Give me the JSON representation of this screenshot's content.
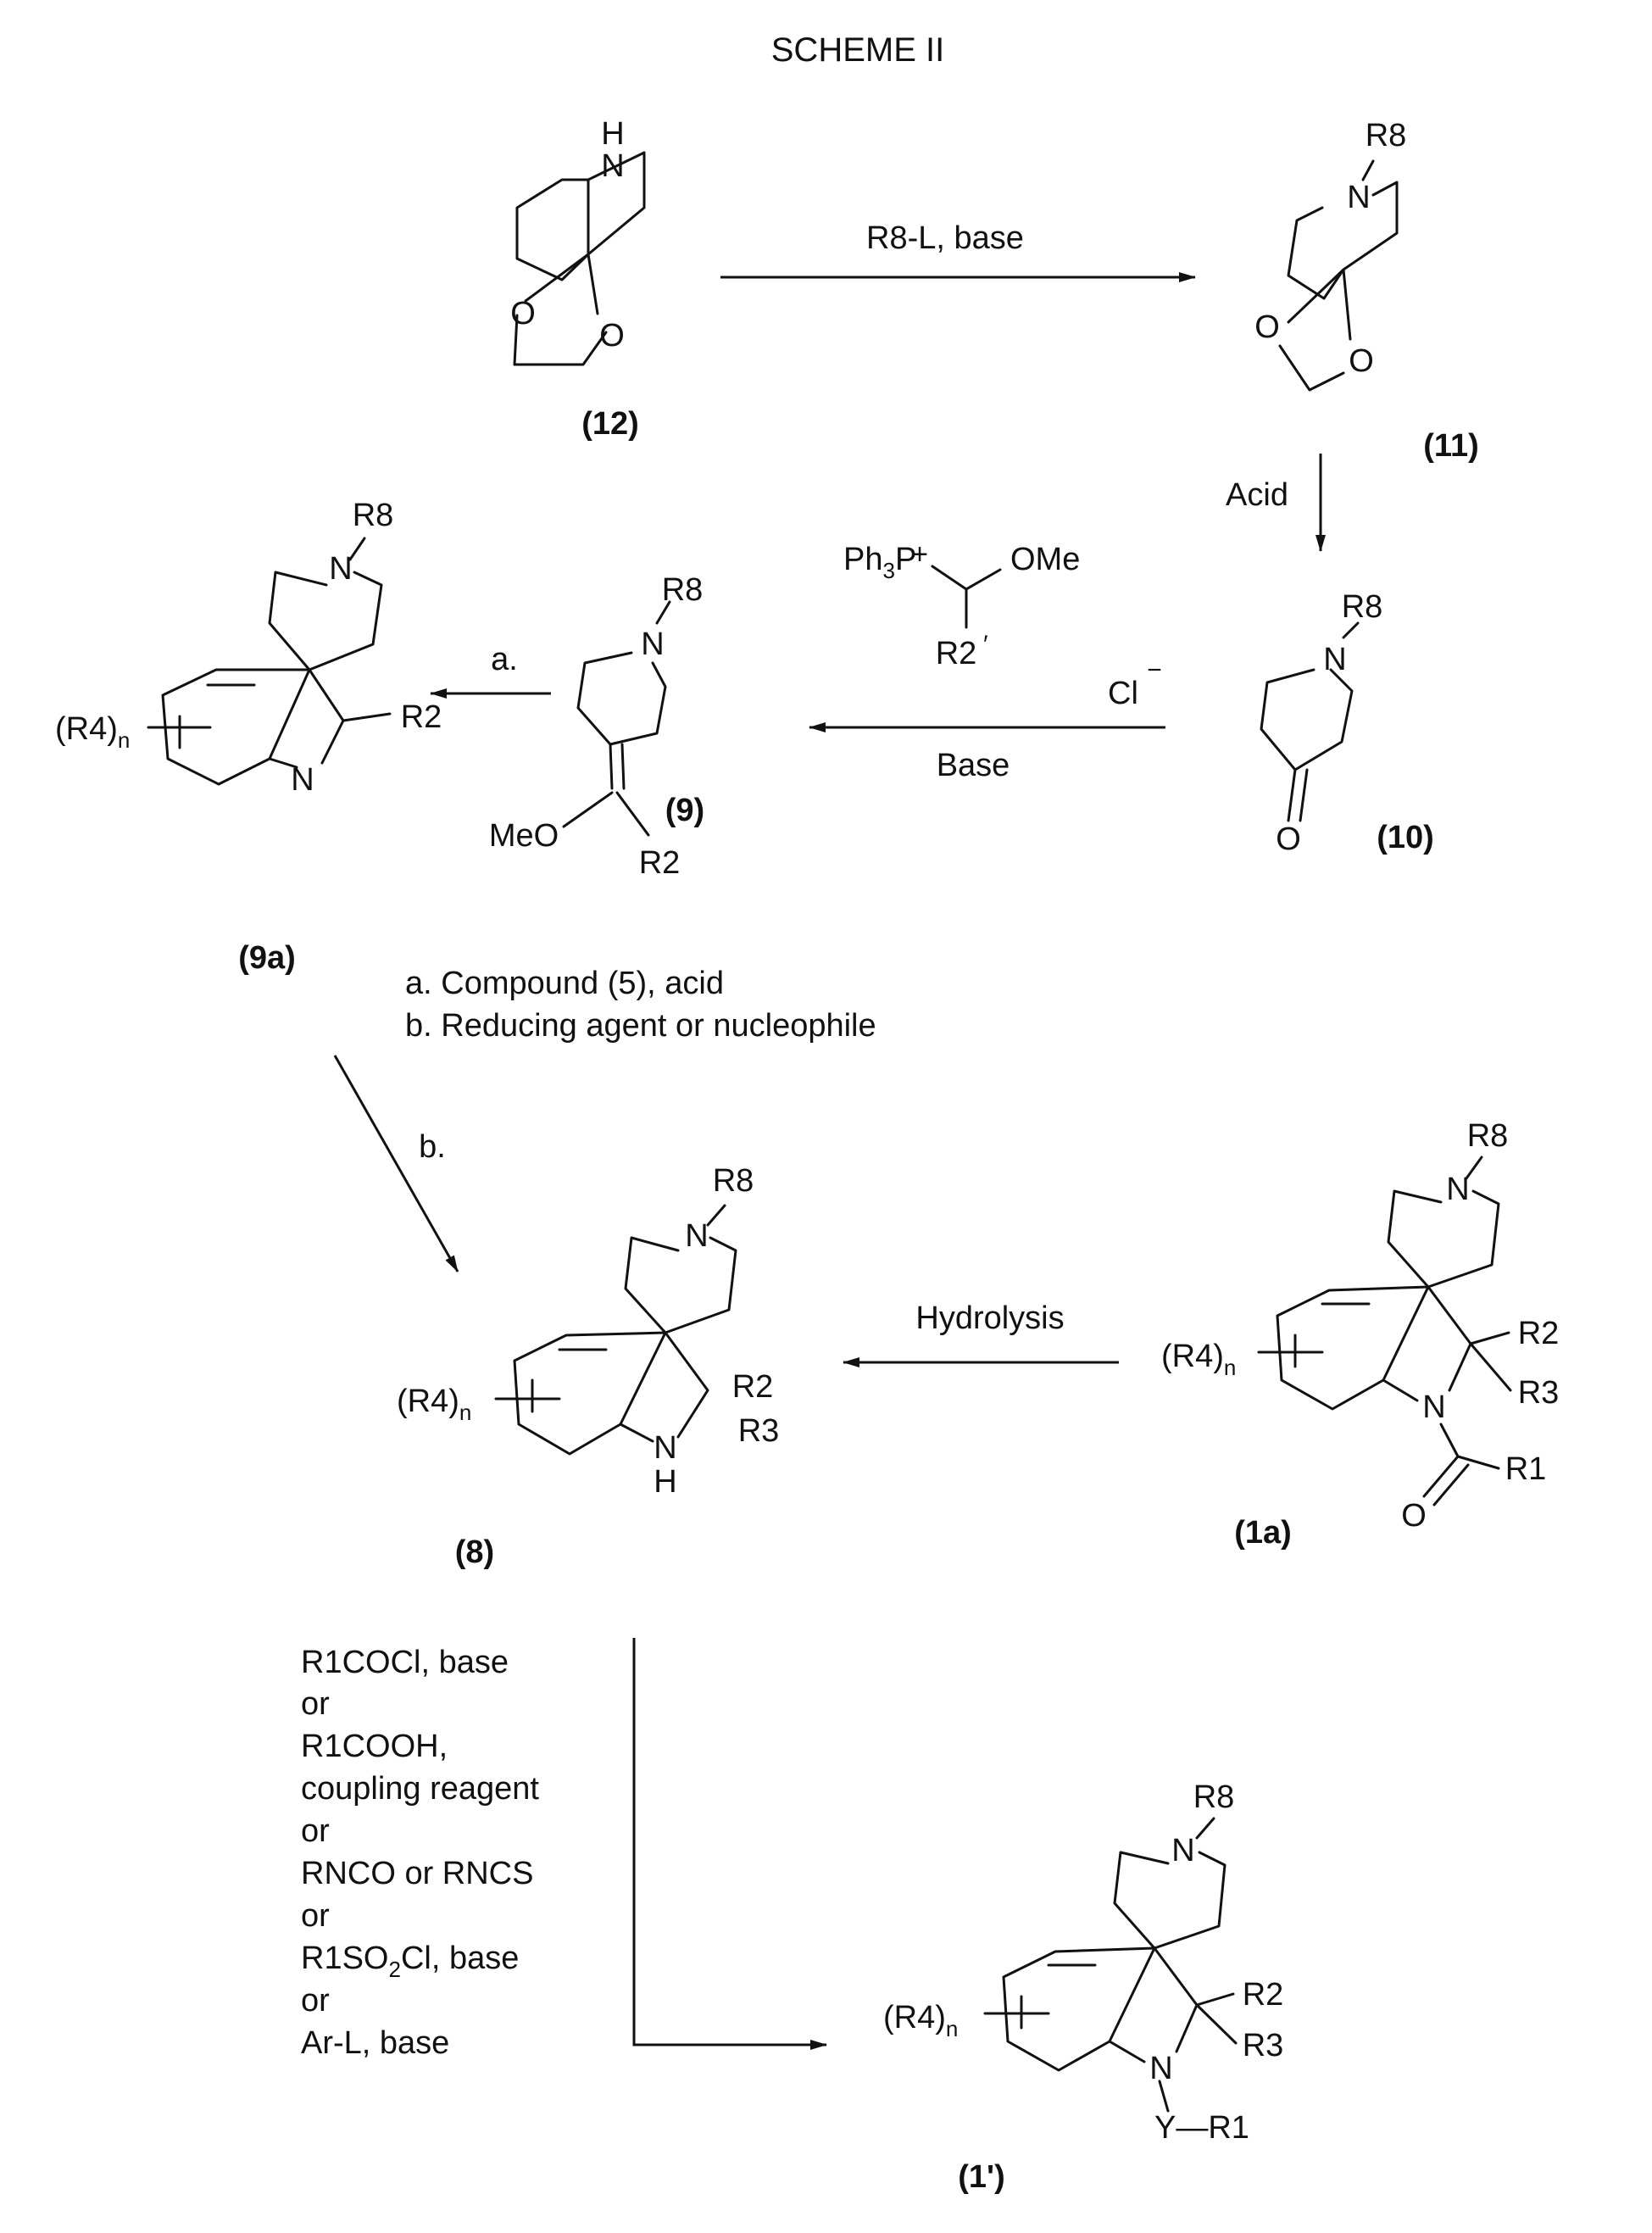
{
  "title": "SCHEME II",
  "compounds": {
    "c12": {
      "label": "(12)",
      "atoms": {
        "h": "H",
        "n": "N",
        "o1": "O",
        "o2": "O"
      }
    },
    "c11": {
      "label": "(11)",
      "atoms": {
        "r8": "R8",
        "n": "N",
        "o1": "O",
        "o2": "O"
      }
    },
    "c10": {
      "label": "(10)",
      "atoms": {
        "r8": "R8",
        "n": "N",
        "o": "O"
      }
    },
    "c9": {
      "label": "(9)",
      "atoms": {
        "r8": "R8",
        "n": "N",
        "meo": "MeO",
        "r2": "R2"
      }
    },
    "c9a": {
      "label": "(9a)",
      "atoms": {
        "r8": "R8",
        "n_pip": "N",
        "n_ind": "N",
        "r2": "R2",
        "r4": "(R4)",
        "sub_n": "n"
      }
    },
    "c8": {
      "label": "(8)",
      "atoms": {
        "r8": "R8",
        "n": "N",
        "nh": "N",
        "h": "H",
        "r2": "R2",
        "r3": "R3",
        "r4": "(R4)",
        "sub_n": "n"
      }
    },
    "c1a": {
      "label": "(1a)",
      "atoms": {
        "r8": "R8",
        "n_pip": "N",
        "n_ind": "N",
        "r2": "R2",
        "r3": "R3",
        "r1": "R1",
        "o": "O",
        "r4": "(R4)",
        "sub_n": "n"
      }
    },
    "c1p": {
      "label": "(1')",
      "atoms": {
        "r8": "R8",
        "n_pip": "N",
        "n_ind": "N",
        "r2": "R2",
        "r3": "R3",
        "y_r1": "Y—R1",
        "r4": "(R4)",
        "sub_n": "n"
      }
    }
  },
  "reagents": {
    "step1": "R8-L, base",
    "step2": "Acid",
    "wittig": {
      "plus": "+",
      "ph": "Ph",
      "ph_sub": "3",
      "p": "P",
      "ome": "OMe",
      "r2": "R2",
      "prime": "′",
      "cl": "Cl",
      "minus": "−"
    },
    "step3_base": "Base",
    "step4": "a.",
    "legend_a": "a. Compound (5), acid",
    "legend_b": "b. Reducing agent or nucleophile",
    "step5": "b.",
    "step6": "Hydrolysis",
    "final_conditions": {
      "l1": "R1COCl, base",
      "l2": "or",
      "l3": "R1COOH,",
      "l4": "coupling reagent",
      "l5": "or",
      "l6": "RNCO or RNCS",
      "l7": "or",
      "l8_a": "R1SO",
      "l8_sub": "2",
      "l8_b": "Cl, base",
      "l9": "or",
      "l10": "Ar-L, base"
    }
  }
}
